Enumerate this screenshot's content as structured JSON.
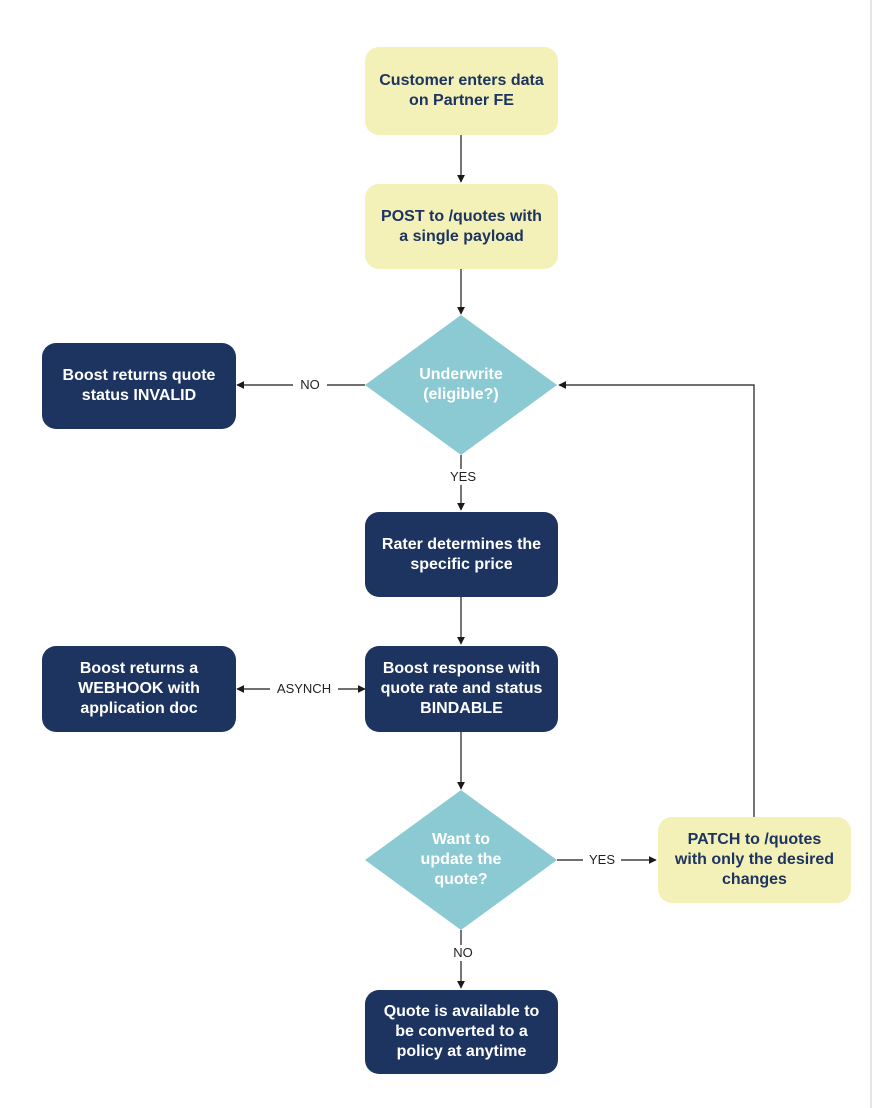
{
  "colors": {
    "light_box": "#f3f1b7",
    "dark_box": "#1d3461",
    "decision": "#8ccad3",
    "connector": "#1a1a1a"
  },
  "nodes": {
    "customer_enters": "Customer enters data\non Partner FE",
    "post_quotes": "POST to /quotes with\na single payload",
    "underwrite": "Underwrite\n(eligible?)",
    "invalid": "Boost returns quote\nstatus INVALID",
    "rater": "Rater determines the\nspecific price",
    "bindable": "Boost response with\nquote rate and status\nBINDABLE",
    "webhook": "Boost returns a\nWEBHOOK with\napplication doc",
    "want_update": "Want to\nupdate the\nquote?",
    "patch_quotes": "PATCH to /quotes\nwith only the desired\nchanges",
    "available": "Quote is available to\nbe converted to a\npolicy at anytime"
  },
  "edges": {
    "no_invalid": "NO",
    "yes_rater": "YES",
    "asynch": "ASYNCH",
    "yes_patch": "YES",
    "no_available": "NO"
  }
}
